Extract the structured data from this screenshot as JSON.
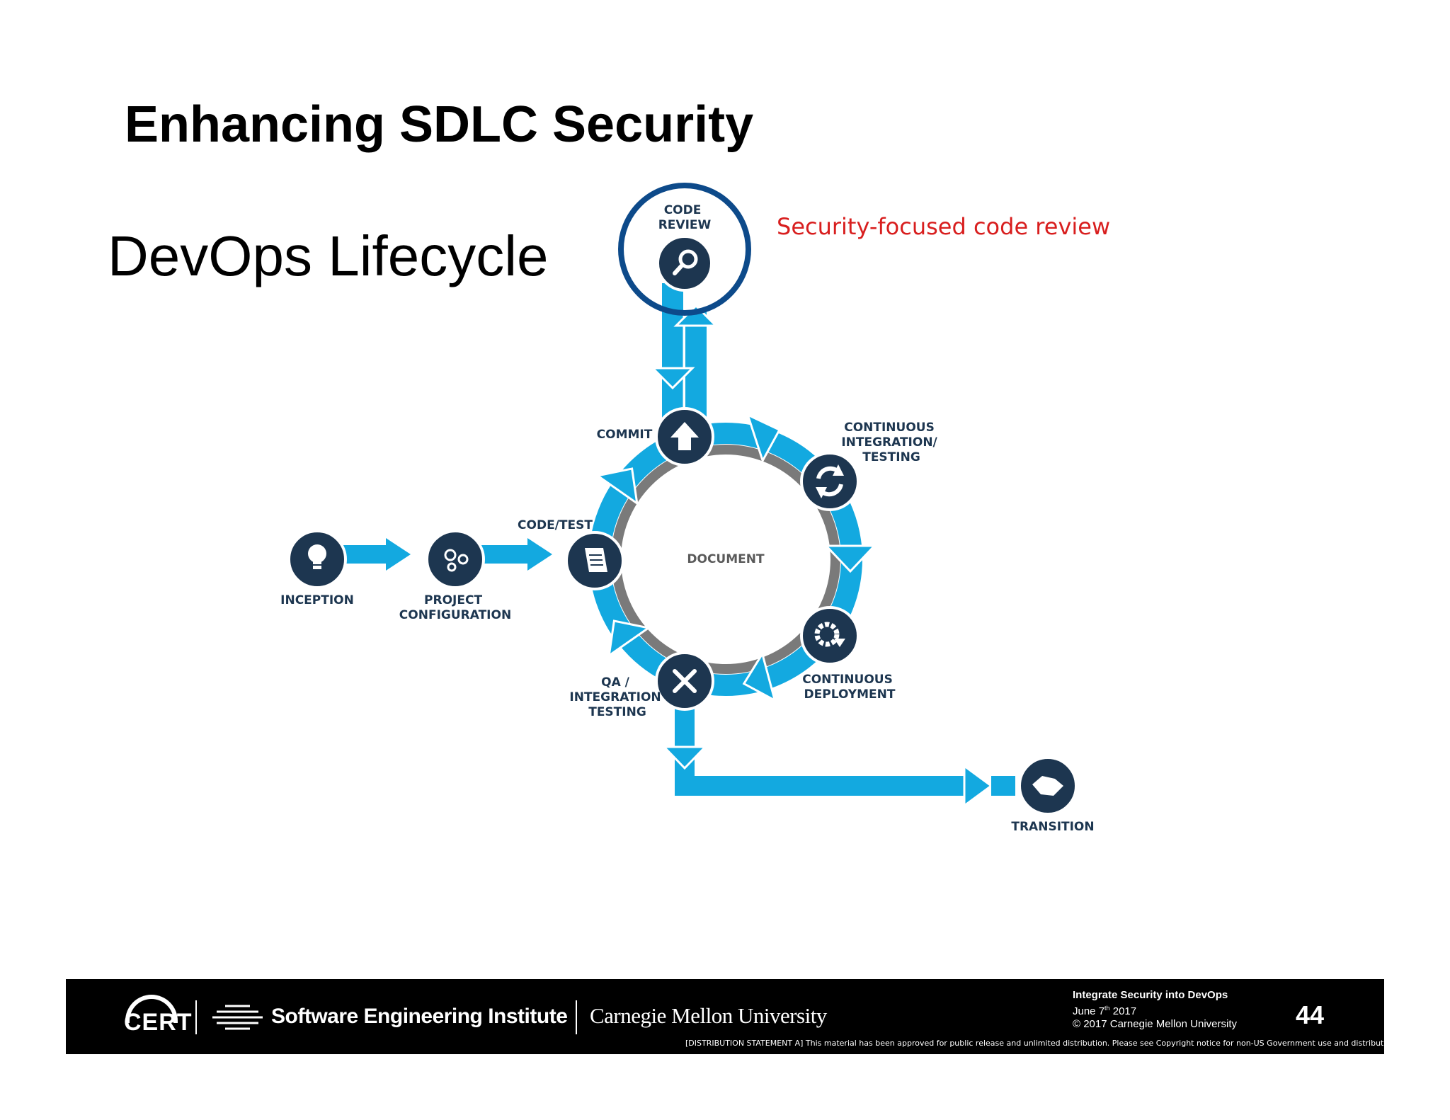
{
  "slide": {
    "title": "Enhancing SDLC Security",
    "subtitle": "DevOps Lifecycle",
    "annotation": "Security-focused code review"
  },
  "diagram": {
    "center_label": "DOCUMENT",
    "nodes": {
      "code_review": [
        "CODE",
        "REVIEW"
      ],
      "commit": [
        "COMMIT"
      ],
      "ci": [
        "CONTINUOUS",
        "INTEGRATION/",
        "TESTING"
      ],
      "cd": [
        "CONTINUOUS",
        "DEPLOYMENT"
      ],
      "qa": [
        "QA /",
        "INTEGRATION",
        "TESTING"
      ],
      "code_test": [
        "CODE/TEST"
      ],
      "inception": [
        "INCEPTION"
      ],
      "project_config": [
        "PROJECT",
        "CONFIGURATION"
      ],
      "transition": [
        "TRANSITION"
      ]
    },
    "colors": {
      "arrow": "#13a9e0",
      "node": "#1d3650",
      "ring": "#7a7a7a",
      "highlight": "#0d4a8a",
      "annotation": "#d81e1e"
    }
  },
  "footer": {
    "cert": "CERT",
    "sei": "Software Engineering Institute",
    "cmu": "Carnegie Mellon University",
    "meta_title": "Integrate Security into DevOps",
    "meta_date_day": "June 7",
    "meta_date_sup": "th",
    "meta_date_year": " 2017",
    "meta_copyright": "© 2017 Carnegie Mellon University",
    "page_number": "44",
    "distribution": "[DISTRIBUTION STATEMENT A] This material has been approved for public release and unlimited distribution.  Please see Copyright notice for non-US Government use and distribution."
  }
}
